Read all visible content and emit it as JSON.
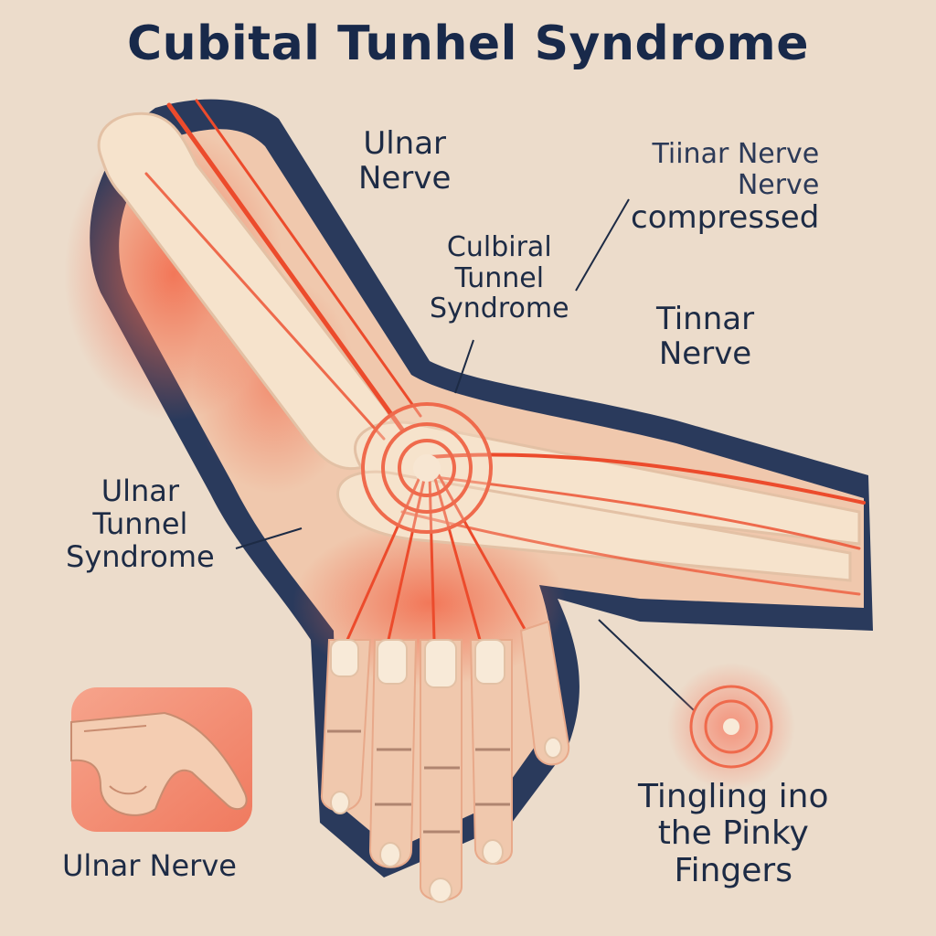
{
  "title": "Cubital Tunhel Syndrome",
  "labels": {
    "ulnar_nerve_top": [
      "Ulnar",
      "Nerve"
    ],
    "tinar_compressed": [
      "Tiinar Nerve",
      "Nerve",
      "compressed"
    ],
    "culbiral": [
      "Culbiral",
      "Tunnel",
      "Syndrome"
    ],
    "tinnar_nerve": [
      "Tinnar",
      "Nerve"
    ],
    "ulnar_tunnel": [
      "Ulnar",
      "Tunnel",
      "Syndrome"
    ],
    "ulnar_nerve_bottom": "Ulnar Nerve",
    "tingling": [
      "Tingling ino",
      "the Pinky",
      "Fingers"
    ]
  },
  "colors": {
    "background": "#ecdccb",
    "text": "#1d2b45",
    "sleeve": "#2a3a5c",
    "skin": "#f0c8ad",
    "bone": "#f6e3cc",
    "nerve": "#ec4b2c",
    "inflammation": "#f2694a"
  }
}
